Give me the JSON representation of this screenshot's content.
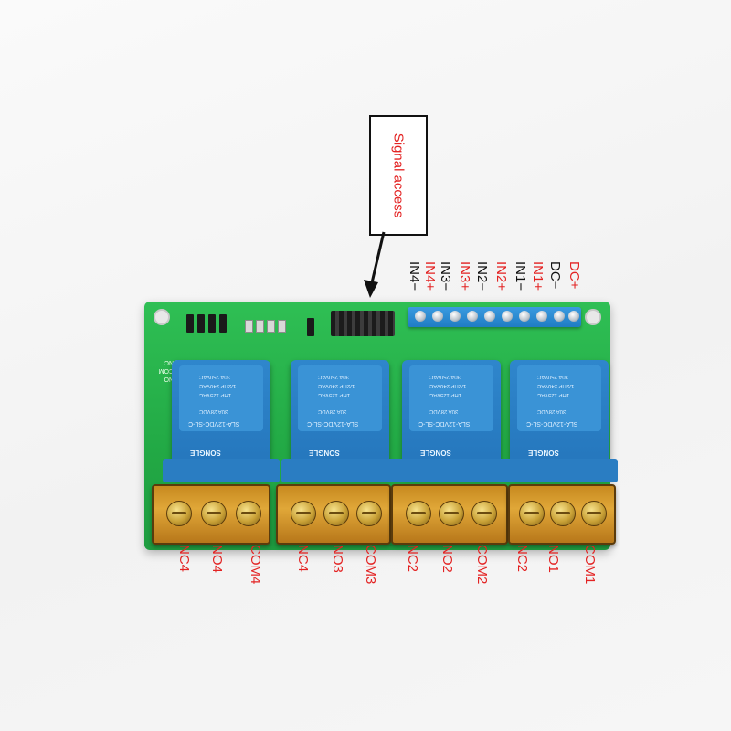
{
  "callout": {
    "text": "Signal access"
  },
  "input_pins": [
    {
      "label": "DC+",
      "color": "#e32222"
    },
    {
      "label": "DC−",
      "color": "#111111"
    },
    {
      "label": "IN1+",
      "color": "#e32222"
    },
    {
      "label": "IN1−",
      "color": "#111111"
    },
    {
      "label": "IN2+",
      "color": "#e32222"
    },
    {
      "label": "IN2−",
      "color": "#111111"
    },
    {
      "label": "IN3+",
      "color": "#e32222"
    },
    {
      "label": "IN3−",
      "color": "#111111"
    },
    {
      "label": "IN4+",
      "color": "#e32222"
    },
    {
      "label": "IN4−",
      "color": "#111111"
    }
  ],
  "output_terminals": [
    "NC4",
    "NO4",
    "COM4",
    "NC4",
    "NO3",
    "COM3",
    "NC2",
    "NO2",
    "COM2",
    "NC2",
    "NO1",
    "COM1"
  ],
  "relay_text": {
    "model": "SLA-12VDC-SL-C",
    "brand": "SONGLE",
    "rating_a": "30A 250VAC",
    "rating_b": "30A 28VDC",
    "rating_c": "1HP 125VAC",
    "rating_d": "1/2HP 240VAC"
  },
  "silkscreen": [
    "常开 NO",
    "公共 COM",
    "常闭 NC"
  ],
  "colors": {
    "board": "#22a945",
    "relay": "#2475bb",
    "terminal": "#e0a738",
    "label_red": "#e32222",
    "label_black": "#111111"
  }
}
